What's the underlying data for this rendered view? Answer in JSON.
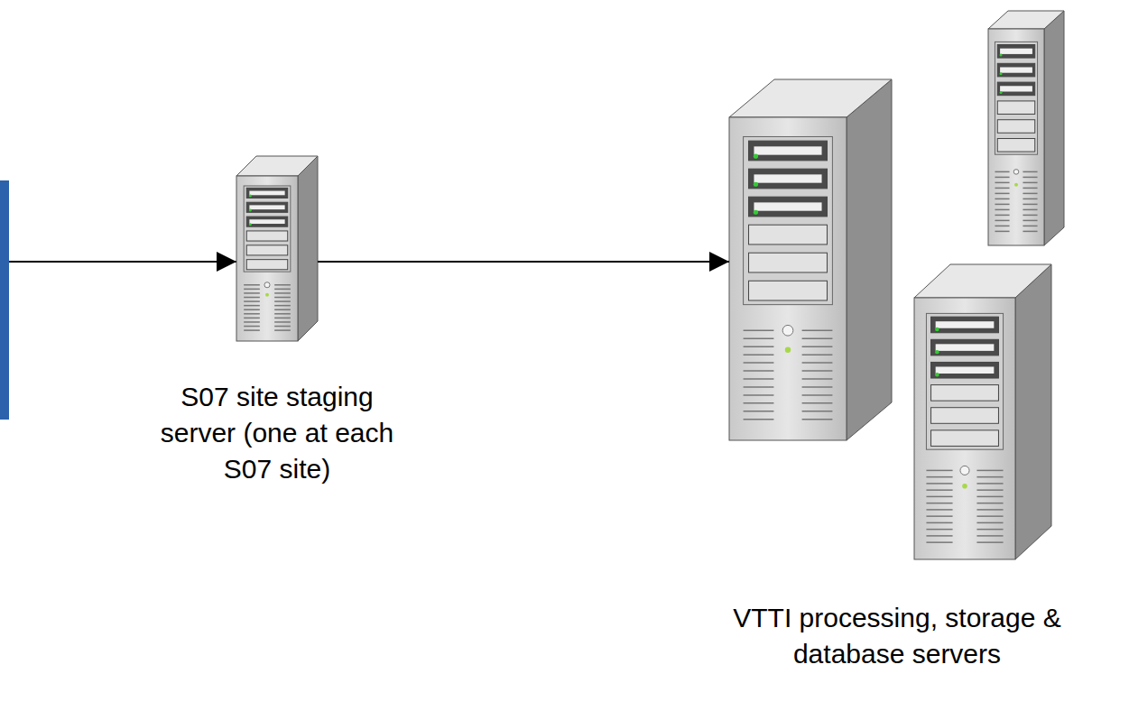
{
  "diagram": {
    "nodes": [
      {
        "text": [
          "S07 site staging server (one at each S07 site)"
        ]
      },
      {
        "text": [
          "VTTI processing, storage & database servers"
        ]
      }
    ],
    "edges": [
      {
        "from": 0,
        "to": 1,
        "arrow": "to"
      }
    ]
  }
}
